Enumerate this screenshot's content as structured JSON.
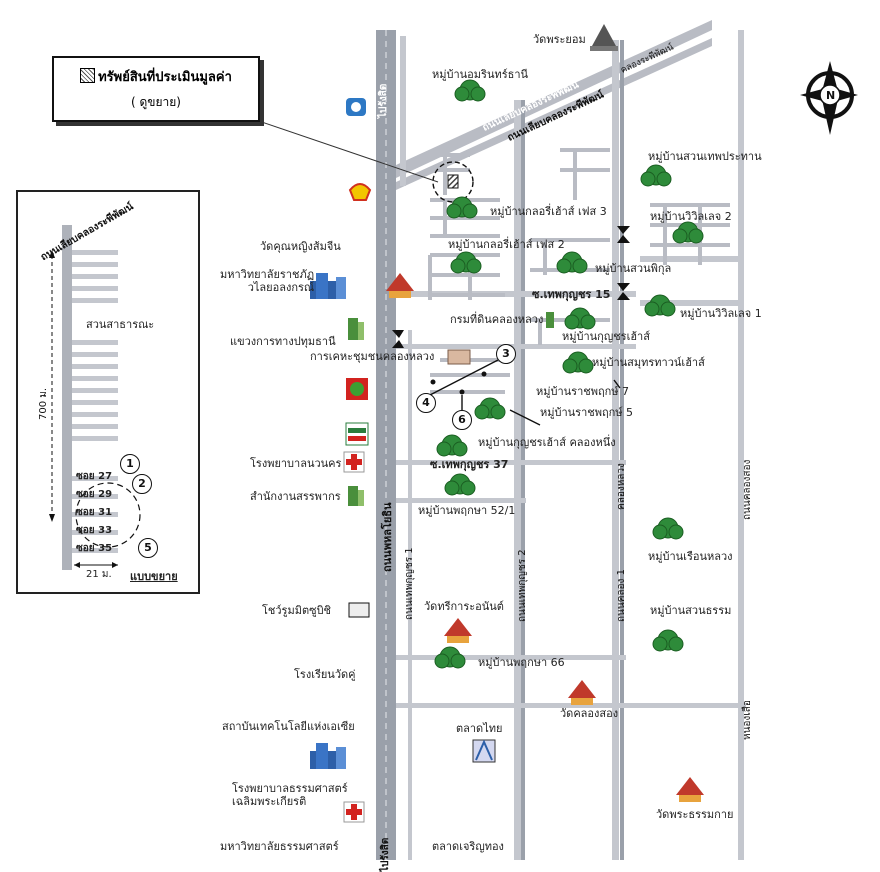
{
  "legend": {
    "title": "ทรัพย์สินที่ประเมินมูลค่า",
    "subtitle": "( ดูขยาย)"
  },
  "inset": {
    "road_label": "ถนนเลียบคลองระพีพัฒน์",
    "park_label": "สวนสาธารณะ",
    "distance_label": "700 ม.",
    "width_label": "21 ม.",
    "caption": "แบบขยาย",
    "sois": [
      "ซอย 27",
      "ซอย 29",
      "ซอย 31",
      "ซอย 33",
      "ซอย 35"
    ],
    "markers": [
      "1",
      "2",
      "5"
    ]
  },
  "roads": {
    "main_north": "ไปรังสิต",
    "main": "ถนนพหลโยธิน",
    "main_south": "ไปรังสิต",
    "canal_road_1": "ถนนเลียบคลองระพีพัฒน์",
    "canal_road_2": "ถนนเลียบคลองระพีพัฒน์",
    "canal_road_3": "คลองระพีพัฒน์",
    "soi_15": "ซ.เทพกุญชร 15",
    "soi_37": "ซ.เทพกุญชร 37",
    "thepkunchon_1": "ถนนเทพกุญชร 1",
    "thepkunchon_2": "ถนนเทพกุญชร 2",
    "klong_1": "ถนนคลอง 1",
    "klong_east": "ถนนคลองสอง",
    "khlong_luang": "คลองหลวง",
    "nong": "หนองเสือ"
  },
  "places": {
    "wat_top": "วัดพระยอม",
    "ban_amarin": "หมู่บ้านอมรินทร์ธานี",
    "suan_thep": "หมู่บ้านสวนเทพประทาน",
    "glory_3": "หมู่บ้านกลอรี่เฮ้าส์ เฟส 3",
    "wiwilert_2": "หมู่บ้านวิวิลเลจ 2",
    "glory_2": "หมู่บ้านกลอรี่เฮ้าส์ เฟส 2",
    "suan_pikul": "หมู่บ้านสวนพิกุล",
    "wiwilert_1": "หมู่บ้านวิวิลเลจ 1",
    "wat_khun": "วัดคุณหญิงส้มจีน",
    "rajabhat": "มหาวิทยาลัยราชภัฏ\nวไลยอลงกรณ์",
    "land_dept": "กรมที่ดินคลองหลวง",
    "kunchon_house": "หมู่บ้านกุญชรเฮ้าส์",
    "district_office": "แขวงการทางปทุมธานี",
    "electric": "การเคหะชุมชนคลองหลวง",
    "samut_town": "หมู่บ้านสมุทรทาวน์เฮ้าส์",
    "ratchaphruk_7": "หมู่บ้านราชพฤกษ์ 7",
    "ratchaphruk_5": "หมู่บ้านราชพฤกษ์ 5",
    "hospital_1": "โรงพยาบาลนวนคร",
    "kunchon_klong": "หมู่บ้านกุญชรเฮ้าส์ คลองหนึ่ง",
    "revenue": "สำนักงานสรรพากร",
    "phruksa_52": "หมู่บ้านพฤกษา 52/1",
    "ruean_luang": "หมู่บ้านเรือนหลวง",
    "suan_dhamma": "หมู่บ้านสวนธรรม",
    "post": "โชว์รูมมิตซูบิชิ",
    "wat_thai": "วัดทรีการะอนันต์",
    "phruksa_66": "หมู่บ้านพฤกษา 66",
    "rong_ruen": "โรงเรียนวัดคู่",
    "wat_klong": "วัดคลองสอง",
    "asian_inst": "สถาบันเทคโนโลยีแห่งเอเซีย",
    "market": "ตลาดไทย",
    "hospital_2": "โรงพยาบาลธรรมศาสตร์\nเฉลิมพระเกียรติ",
    "wat_phra": "วัดพระธรรมกาย",
    "thammasat": "มหาวิทยาลัยธรรมศาสตร์",
    "talad_rieng": "ตลาดเจริญทอง"
  },
  "markers": [
    "3",
    "4",
    "6"
  ],
  "compass": "N",
  "colors": {
    "road": "#b9bcc4",
    "road_dark": "#8f939c",
    "tree": "#2e8b3a",
    "temple": "#c0392b"
  }
}
